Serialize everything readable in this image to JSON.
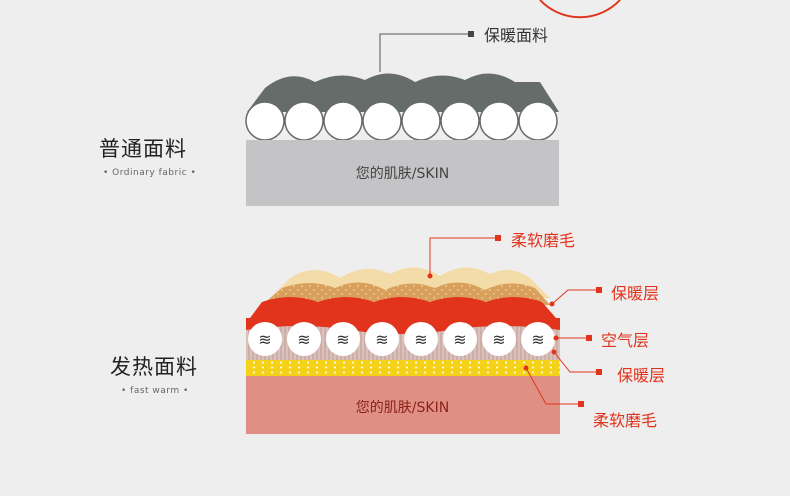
{
  "ordinary": {
    "title": "普通面料",
    "subtitle": "• Ordinary fabric •",
    "skin_label": "您的肌肤/SKIN",
    "callout": "保暖面料"
  },
  "warm": {
    "title": "发热面料",
    "subtitle": "• fast warm •",
    "skin_label": "您的肌肤/SKIN",
    "callouts": {
      "top_brushed": "柔软磨毛",
      "warm_layer_top": "保暖层",
      "air_layer": "空气层",
      "warm_layer_bottom": "保暖层",
      "bottom_brushed": "柔软磨毛"
    }
  },
  "colors": {
    "accent_red": "#e2341d",
    "gray_fabric": "#666c6a",
    "skin_gray": "#c4c4c6",
    "skin_pink": "#e08f85",
    "yellow_fleece": "#f5d21a",
    "orange_brushed": "#d9a05c"
  }
}
